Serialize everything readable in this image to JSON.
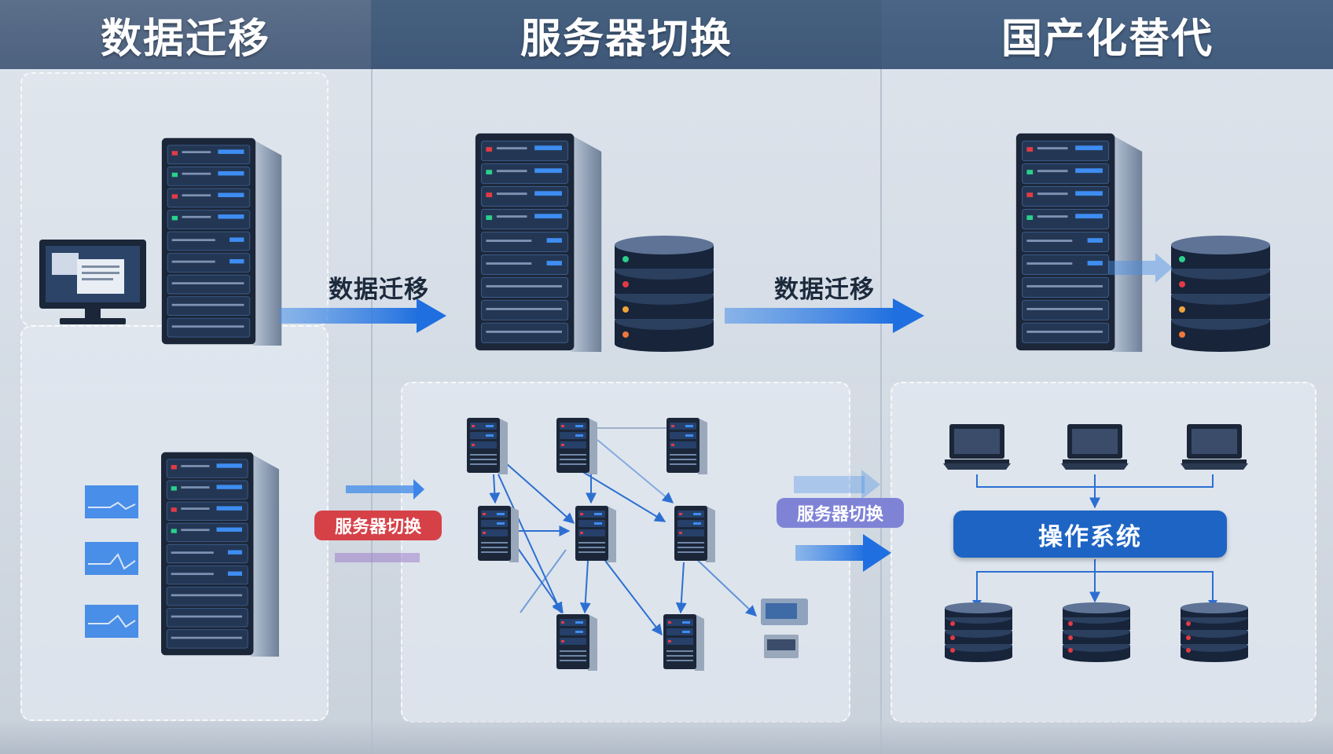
{
  "header": {
    "col1_title": "数据迁移",
    "col2_title": "服务器切换",
    "col3_title": "国产化替代"
  },
  "labels": {
    "arrow1_label": "数据迁移",
    "arrow2_label": "数据迁移",
    "pill_left": "服务器切换",
    "pill_right": "服务器切换",
    "os_label": "操作系统"
  },
  "colors": {
    "header_bg": "#46607f",
    "arrow_blue": "#1f6fe0",
    "pill_red": "#d64148",
    "pill_purple": "#7f83d6",
    "os_blue": "#1e64c4",
    "server_dark": "#1b2638"
  },
  "icons": [
    "server-rack-icon",
    "monitor-icon",
    "database-icon",
    "laptop-icon",
    "arrow-right-icon"
  ]
}
